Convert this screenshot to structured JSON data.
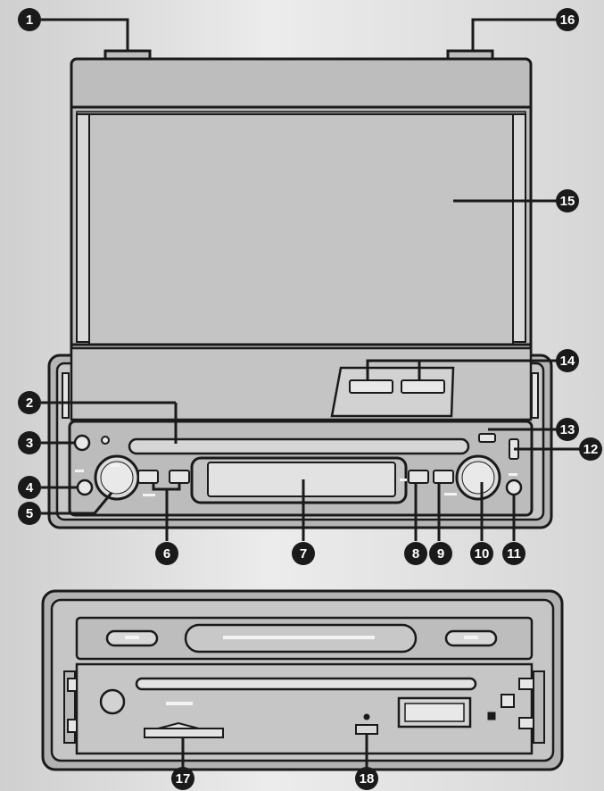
{
  "callouts": [
    {
      "id": "c1",
      "label": "1"
    },
    {
      "id": "c2",
      "label": "2"
    },
    {
      "id": "c3",
      "label": "3"
    },
    {
      "id": "c4",
      "label": "4"
    },
    {
      "id": "c5",
      "label": "5"
    },
    {
      "id": "c6",
      "label": "6"
    },
    {
      "id": "c7",
      "label": "7"
    },
    {
      "id": "c8",
      "label": "8"
    },
    {
      "id": "c9",
      "label": "9"
    },
    {
      "id": "c10",
      "label": "10"
    },
    {
      "id": "c11",
      "label": "11"
    },
    {
      "id": "c12",
      "label": "12"
    },
    {
      "id": "c13",
      "label": "13"
    },
    {
      "id": "c14",
      "label": "14"
    },
    {
      "id": "c15",
      "label": "15"
    },
    {
      "id": "c16",
      "label": "16"
    },
    {
      "id": "c17",
      "label": "17"
    },
    {
      "id": "c18",
      "label": "18"
    }
  ],
  "colors": {
    "outline": "#1a1a1a",
    "body": "#bdbdbd",
    "panel_fill": "#c8c8c8",
    "background_left": "#cfcfcf",
    "background_right": "#ececec"
  }
}
